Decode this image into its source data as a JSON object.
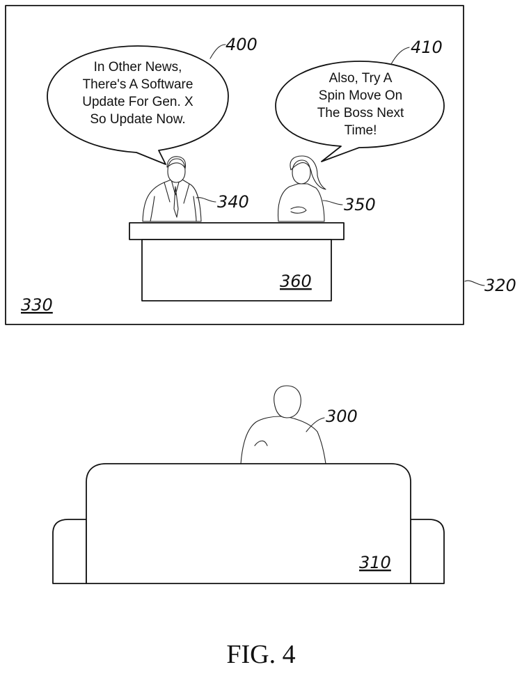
{
  "bubbles": {
    "b400": {
      "lines": [
        "In Other News,",
        "There's A Software",
        "Update For Gen. X",
        "So Update Now."
      ]
    },
    "b410": {
      "lines": [
        "Also, Try A",
        "Spin Move On",
        "The Boss Next",
        "Time!"
      ]
    }
  },
  "refs": {
    "r400": "400",
    "r410": "410",
    "r340": "340",
    "r350": "350",
    "r360": "360",
    "r330": "330",
    "r320": "320",
    "r300": "300",
    "r310": "310"
  },
  "caption": "FIG. 4"
}
